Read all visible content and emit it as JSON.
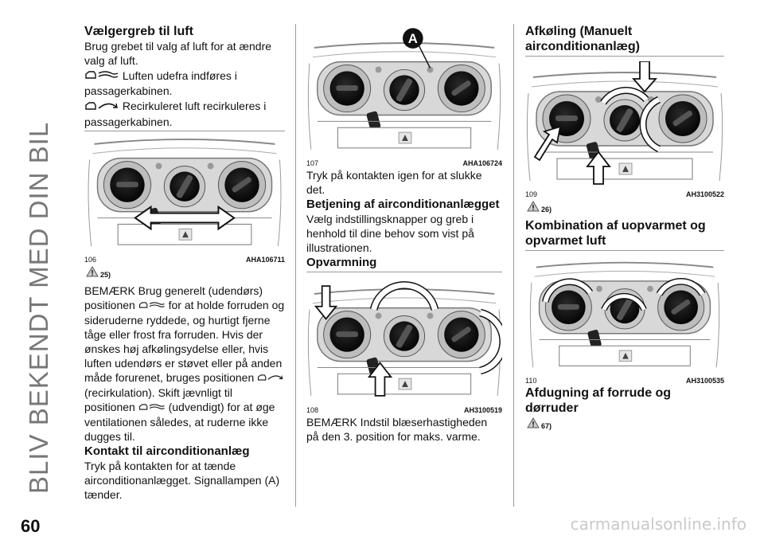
{
  "side_title": "BLIV BEKENDT MED DIN BIL",
  "page_number": "60",
  "watermark": "carmanualsonline.info",
  "col1": {
    "h_vaelger": "Vælgergreb til luft",
    "p_vaelger": "Brug grebet til valg af luft for at ændre valg af luft.",
    "p_udefra": "Luften udefra indføres i passagerkabinen.",
    "p_recirk": "Recirkuleret luft recirkuleres i passagerkabinen.",
    "fig106_num": "106",
    "fig106_id": "AHA106711",
    "warn1": "25)",
    "bemaerk1_a": "BEMÆRK Brug generelt (udendørs) positionen",
    "bemaerk1_b": "for at holde forruden og sideruderne ryddede, og hurtigt fjerne tåge eller frost fra forruden. Hvis der ønskes høj afkølingsydelse eller, hvis luften udendørs er støvet eller på anden måde forurenet, bruges positionen",
    "bemaerk1_c": "(recirkulation). Skift jævnligt til positionen",
    "bemaerk1_d": "(udvendigt) for at øge ventilationen således, at ruderne ikke dugges til.",
    "h_kontakt": "Kontakt til airconditionanlæg",
    "p_kontakt": "Tryk på kontakten for at tænde airconditionanlægget. Signallampen (A) tænder."
  },
  "col2": {
    "fig107_label": "A",
    "fig107_num": "107",
    "fig107_id": "AHA106724",
    "p_igen": "Tryk på kontakten igen for at slukke det.",
    "h_betjening": "Betjening af airconditionanlægget",
    "p_betjening": "Vælg indstillingsknapper og greb i henhold til dine behov som vist på illustrationen.",
    "h_opvarm": "Opvarmning",
    "fig108_num": "108",
    "fig108_id": "AH3100519",
    "bemaerk2": "BEMÆRK Indstil blæserhastigheden på den 3. position for maks. varme."
  },
  "col3": {
    "h_afkoel": "Afkøling (Manuelt airconditionanlæg)",
    "fig109_num": "109",
    "fig109_id": "AH3100522",
    "warn2": "26)",
    "h_kombi": "Kombination af uopvarmet og opvarmet luft",
    "fig110_num": "110",
    "fig110_id": "AH3100535",
    "h_afdug": "Afdugning af forrude og dørruder",
    "warn3": "67)"
  },
  "icons": [
    "car-outside-air-icon",
    "car-recirculation-icon",
    "warning-triangle-icon"
  ]
}
